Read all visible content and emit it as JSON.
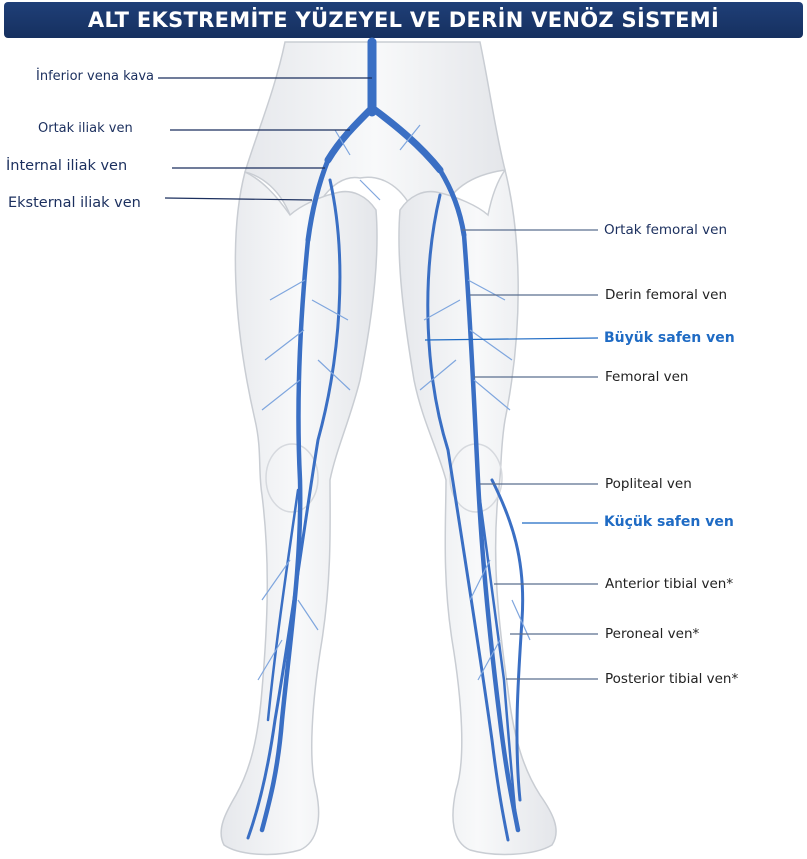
{
  "title": "ALT EKSTREMİTE YÜZEYEL VE DERİN VENÖZ SİSTEMİ",
  "colors": {
    "title_bar": "#1f3f78",
    "vein": "#3a6fc4",
    "vein_light": "#7fa6de",
    "skin_outline": "#c9cdd3",
    "highlight_label": "#1f6bc4"
  },
  "labels_left": [
    {
      "id": "inferior-vena-kava",
      "text": "İnferior vena kava"
    },
    {
      "id": "ortak-iliak-ven",
      "text": "Ortak iliak ven"
    },
    {
      "id": "internal-iliak-ven",
      "text": "İnternal iliak ven"
    },
    {
      "id": "eksternal-iliak-ven",
      "text": "Eksternal iliak ven"
    }
  ],
  "labels_right": [
    {
      "id": "ortak-femoral-ven",
      "text": "Ortak femoral ven"
    },
    {
      "id": "derin-femoral-ven",
      "text": "Derin femoral ven"
    },
    {
      "id": "buyuk-safen-ven",
      "text": "Büyük safen ven"
    },
    {
      "id": "femoral-ven",
      "text": "Femoral ven"
    },
    {
      "id": "popliteal-ven",
      "text": "Popliteal ven"
    },
    {
      "id": "kucuk-safen-ven",
      "text": "Küçük safen ven"
    },
    {
      "id": "anterior-tibial-ven",
      "text": "Anterior tibial ven*"
    },
    {
      "id": "peroneal-ven",
      "text": "Peroneal ven*"
    },
    {
      "id": "posterior-tibial-ven",
      "text": "Posterior tibial ven*"
    }
  ]
}
